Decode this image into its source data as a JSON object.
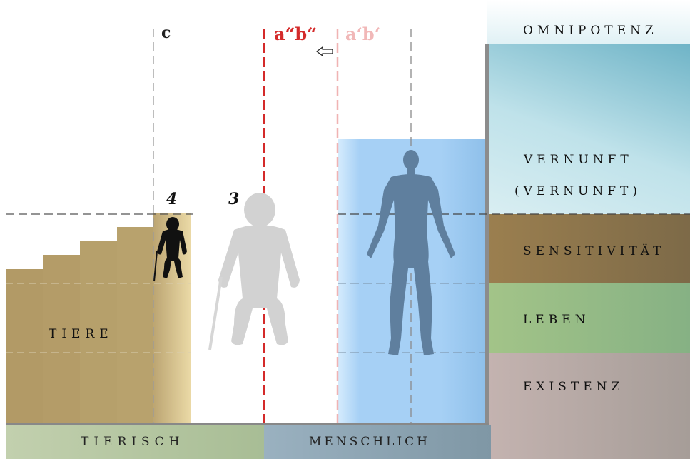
{
  "levels": {
    "omnipotenz": "OMNIPOTENZ",
    "vernunft": "VERNUNFT",
    "vernunft_paren": "(VERNUNFT)",
    "sensitivitaet": "SENSITIVITÄT",
    "leben": "LEBEN",
    "existenz": "EXISTENZ"
  },
  "labels": {
    "tiere": "TIERE",
    "number_4": "4",
    "number_3": "3",
    "line_c": "c",
    "line_ab_new": "a“b“",
    "line_ab_old": "a‘b‘"
  },
  "bottom": {
    "tierisch": "TIERISCH",
    "menschlich": "MENSCHLICH"
  },
  "colors": {
    "omnipotenz": "#d8eef2",
    "vernunft": "#9fcfdb",
    "sensitivitaet": "#8a7148",
    "leben": "#97b97e",
    "existenz": "#b1a5a0",
    "animal_steps": "#b8a06a",
    "human_blue": "#a9d2f5",
    "red_line": "#d42a2a",
    "tierisch_bar": "#b3c3a0",
    "menschlich_bar": "#8fa5b2"
  },
  "icons": {
    "left_arrow": "arrow-left-icon",
    "chimp_small": "chimpanzee-icon",
    "chimp_ghost": "chimpanzee-ghost-icon",
    "human": "human-figure-icon"
  }
}
